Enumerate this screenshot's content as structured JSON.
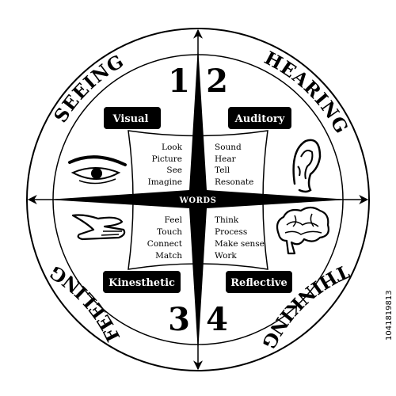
{
  "ring": {
    "top_left": "SEEING",
    "top_right": "HEARING",
    "bottom_left": "FEELING",
    "bottom_right": "THINKING"
  },
  "numbers": {
    "q1": "1",
    "q2": "2",
    "q3": "3",
    "q4": "4"
  },
  "quadrants": {
    "visual": {
      "label": "Visual",
      "words": [
        "Look",
        "Picture",
        "See",
        "Imagine"
      ],
      "icon": "eye-icon"
    },
    "auditory": {
      "label": "Auditory",
      "words": [
        "Sound",
        "Hear",
        "Tell",
        "Resonate"
      ],
      "icon": "ear-icon"
    },
    "kinesthetic": {
      "label": "Kinesthetic",
      "words": [
        "Feel",
        "Touch",
        "Connect",
        "Match"
      ],
      "icon": "hand-icon"
    },
    "reflective": {
      "label": "Reflective",
      "words": [
        "Think",
        "Process",
        "Make sense",
        "Work"
      ],
      "icon": "brain-icon"
    }
  },
  "center": "WORDS",
  "stock_id": "1041819813",
  "colors": {
    "ink": "#000000",
    "paper": "#ffffff"
  }
}
